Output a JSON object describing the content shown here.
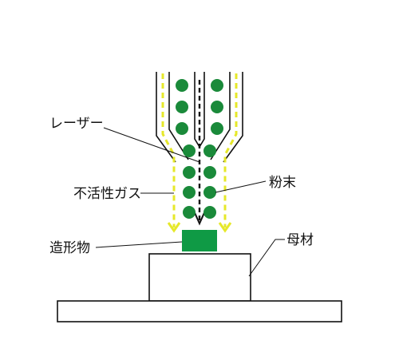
{
  "labels": {
    "laser": "レーザー",
    "inert_gas": "不活性ガス",
    "build": "造形物",
    "powder": "粉末",
    "base_material": "母材"
  },
  "colors": {
    "powder": "#1a8a3a",
    "build": "#0f9a45",
    "gas_flow": "#e6e82a",
    "line": "#111111",
    "background": "#ffffff"
  }
}
